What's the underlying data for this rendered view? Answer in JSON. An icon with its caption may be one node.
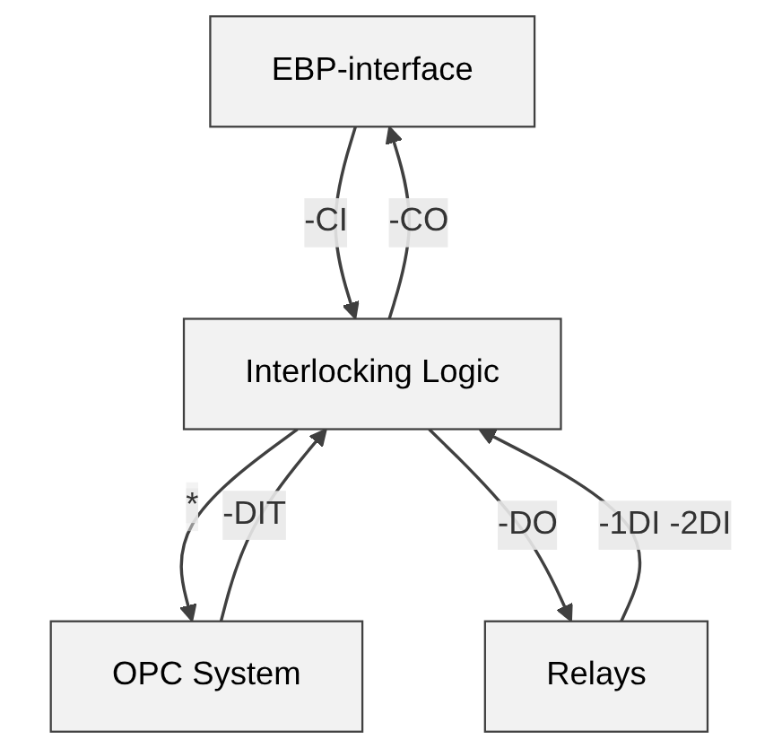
{
  "diagram": {
    "nodes": [
      {
        "text": [
          "EBP-interface"
        ]
      },
      {
        "text": [
          "Interlocking Logic"
        ]
      },
      {
        "text": [
          "OPC System"
        ]
      },
      {
        "text": [
          "Relays"
        ]
      }
    ],
    "edges": [
      {
        "from": 0,
        "to": 1,
        "arrow": "to",
        "label": "-CI"
      },
      {
        "from": 1,
        "to": 0,
        "arrow": "to",
        "label": "-CO"
      },
      {
        "from": 2,
        "to": 1,
        "arrow": "to",
        "label": "-DIT"
      },
      {
        "from": 1,
        "to": 2,
        "arrow": "to",
        "label": "*"
      },
      {
        "from": 1,
        "to": 3,
        "arrow": "to",
        "label": "-DO"
      },
      {
        "from": 3,
        "to": 1,
        "arrow": "to",
        "label": "-1DI -2DI"
      }
    ]
  }
}
